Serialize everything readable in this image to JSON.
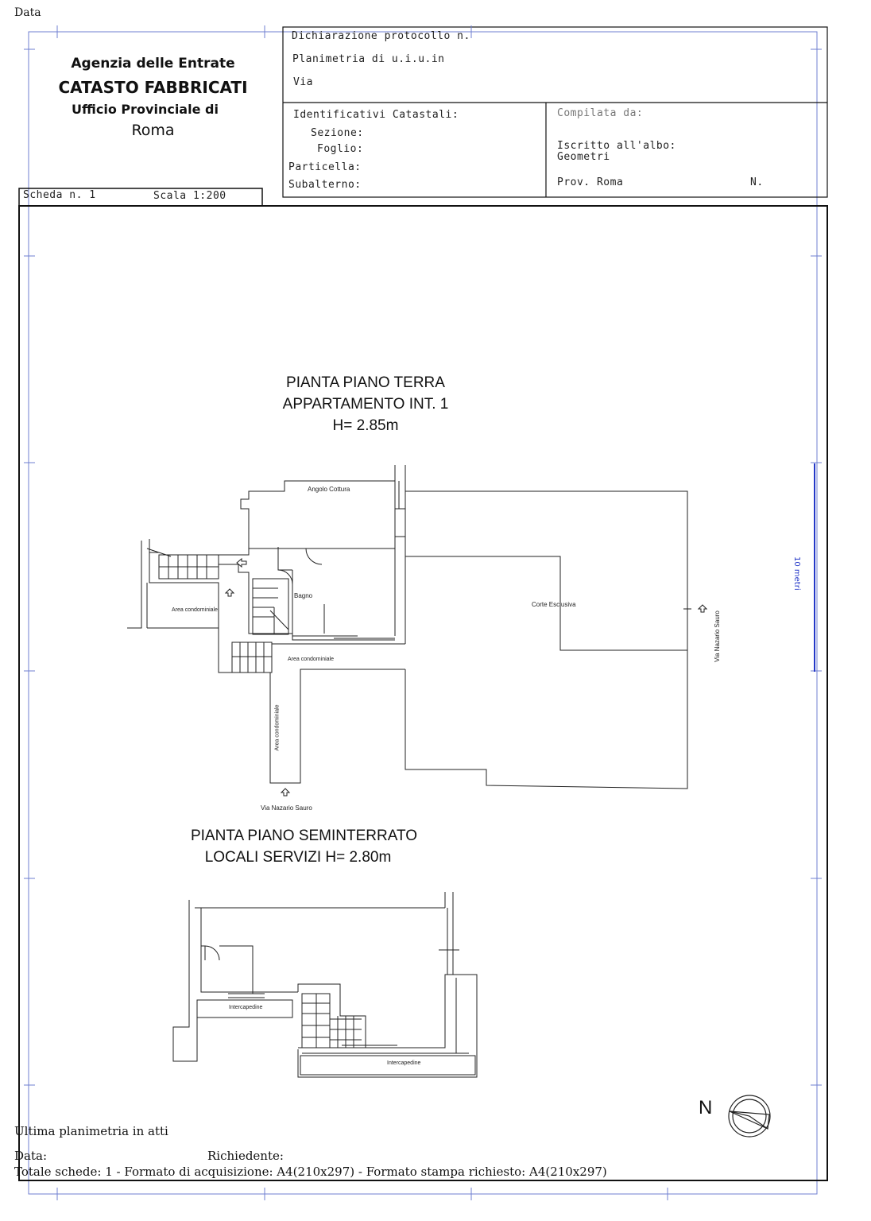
{
  "top": {
    "data_label": "Data"
  },
  "agency": {
    "line1": "Agenzia delle Entrate",
    "line2": "CATASTO FABBRICATI",
    "line3": "Ufficio Provinciale di",
    "line4": "Roma"
  },
  "header": {
    "dichiarazione": "Dichiarazione protocollo n.",
    "planimetria": "Planimetria di u.i.u.in",
    "via": "Via",
    "identificativi": "Identificativi Catastali:",
    "sezione": "Sezione:",
    "foglio": "Foglio:",
    "particella": "Particella:",
    "subalterno": "Subalterno:",
    "compilata": "Compilata da:",
    "iscritto": "Iscritto all'albo:",
    "geometri": "Geometri",
    "prov": "Prov. Roma",
    "numero": "N."
  },
  "scheda": {
    "scheda": "Scheda n. 1",
    "scala": "Scala 1:200"
  },
  "plan_terra": {
    "title1": "PIANTA PIANO TERRA",
    "title2": "APPARTAMENTO INT. 1",
    "title3": "H= 2.85m",
    "angolo": "Angolo Cottura",
    "bagno": "Bagno",
    "area1": "Area condominiale",
    "area2": "Area condominiale",
    "area3": "Area condominiale",
    "corte": "Corte Esclusiva",
    "via_side": "Via Nazario Sauro",
    "via_bottom": "Via Nazario Sauro"
  },
  "plan_semi": {
    "title1": "PIANTA PIANO SEMINTERRATO",
    "title2": "LOCALI SERVIZI H= 2.80m",
    "interc1": "Intercapedine",
    "interc2": "Intercapedine"
  },
  "compass": {
    "north": "N"
  },
  "margin": {
    "ruler": "10 metri"
  },
  "footer": {
    "ultima": "Ultima planimetria in atti",
    "data": "Data:",
    "richiedente": "Richiedente:",
    "totale": "Totale schede: 1 - Formato di acquisizione: A4(210x297)  - Formato stampa richiesto: A4(210x297)"
  }
}
